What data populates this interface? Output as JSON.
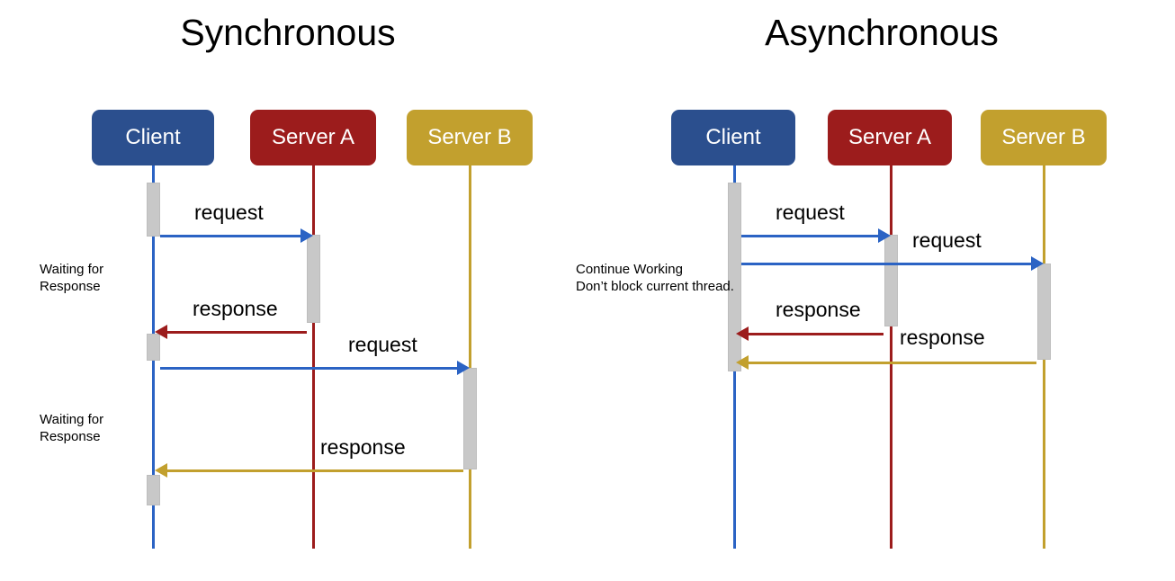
{
  "colors": {
    "client": "#2b4f8e",
    "server_a": "#9c1c1c",
    "server_b": "#c2a02e",
    "activation": "#c8c8c8",
    "text": "#000000",
    "background": "#ffffff"
  },
  "panels": [
    {
      "title": "Synchronous",
      "actors": [
        {
          "name": "Client",
          "color_key": "client"
        },
        {
          "name": "Server A",
          "color_key": "server_a"
        },
        {
          "name": "Server B",
          "color_key": "server_b"
        }
      ],
      "messages": [
        {
          "label": "request",
          "from": "Client",
          "to": "Server A",
          "direction": "right",
          "color_key": "client"
        },
        {
          "label": "response",
          "from": "Server A",
          "to": "Client",
          "direction": "left",
          "color_key": "server_a"
        },
        {
          "label": "request",
          "from": "Client",
          "to": "Server B",
          "direction": "right",
          "color_key": "client"
        },
        {
          "label": "response",
          "from": "Server B",
          "to": "Client",
          "direction": "left",
          "color_key": "server_b"
        }
      ],
      "notes": [
        {
          "lines": "Waiting for\nResponse"
        },
        {
          "lines": "Waiting for\nResponse"
        }
      ]
    },
    {
      "title": "Asynchronous",
      "actors": [
        {
          "name": "Client",
          "color_key": "client"
        },
        {
          "name": "Server A",
          "color_key": "server_a"
        },
        {
          "name": "Server B",
          "color_key": "server_b"
        }
      ],
      "messages": [
        {
          "label": "request",
          "from": "Client",
          "to": "Server A",
          "direction": "right",
          "color_key": "client"
        },
        {
          "label": "request",
          "from": "Client",
          "to": "Server B",
          "direction": "right",
          "color_key": "client"
        },
        {
          "label": "response",
          "from": "Server A",
          "to": "Client",
          "direction": "left",
          "color_key": "server_a"
        },
        {
          "label": "response",
          "from": "Server B",
          "to": "Client",
          "direction": "left",
          "color_key": "server_b"
        }
      ],
      "notes": [
        {
          "lines": "Continue Working\nDon’t block current thread."
        }
      ]
    }
  ],
  "chart_data": {
    "type": "table",
    "title": "Synchronous vs Asynchronous request/response sequence diagrams",
    "left": {
      "title": "Synchronous",
      "participants": [
        "Client",
        "Server A",
        "Server B"
      ],
      "steps": [
        {
          "order": 1,
          "label": "request",
          "from": "Client",
          "to": "Server A"
        },
        {
          "order": 2,
          "label": "response",
          "from": "Server A",
          "to": "Client"
        },
        {
          "order": 3,
          "label": "request",
          "from": "Client",
          "to": "Server B"
        },
        {
          "order": 4,
          "label": "response",
          "from": "Server B",
          "to": "Client"
        }
      ],
      "annotations": [
        "Waiting for Response",
        "Waiting for Response"
      ]
    },
    "right": {
      "title": "Asynchronous",
      "participants": [
        "Client",
        "Server A",
        "Server B"
      ],
      "steps": [
        {
          "order": 1,
          "label": "request",
          "from": "Client",
          "to": "Server A"
        },
        {
          "order": 2,
          "label": "request",
          "from": "Client",
          "to": "Server B"
        },
        {
          "order": 3,
          "label": "response",
          "from": "Server A",
          "to": "Client"
        },
        {
          "order": 4,
          "label": "response",
          "from": "Server B",
          "to": "Client"
        }
      ],
      "annotations": [
        "Continue Working Don’t block current thread."
      ]
    }
  }
}
